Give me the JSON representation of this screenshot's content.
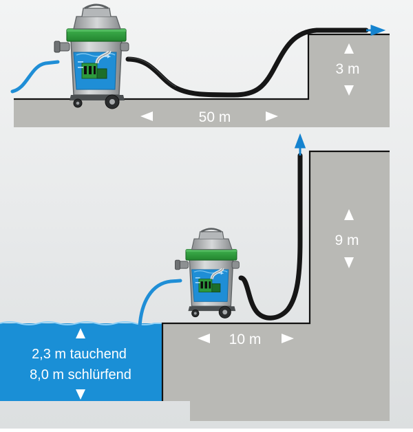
{
  "scenario_top": {
    "horizontal_distance": "50 m",
    "lift_height": "3 m"
  },
  "scenario_bottom": {
    "horizontal_distance": "10 m",
    "lift_height": "9 m",
    "depth_submersed": "2,3 m tauchend",
    "depth_sipping": "8,0 m schlürfend"
  },
  "colors": {
    "water": "#1a8fd6",
    "ground": "#b9b9b5",
    "pump_green": "#2c9a3c",
    "hose": "#161616",
    "accent_arrow": "#1583cf"
  }
}
